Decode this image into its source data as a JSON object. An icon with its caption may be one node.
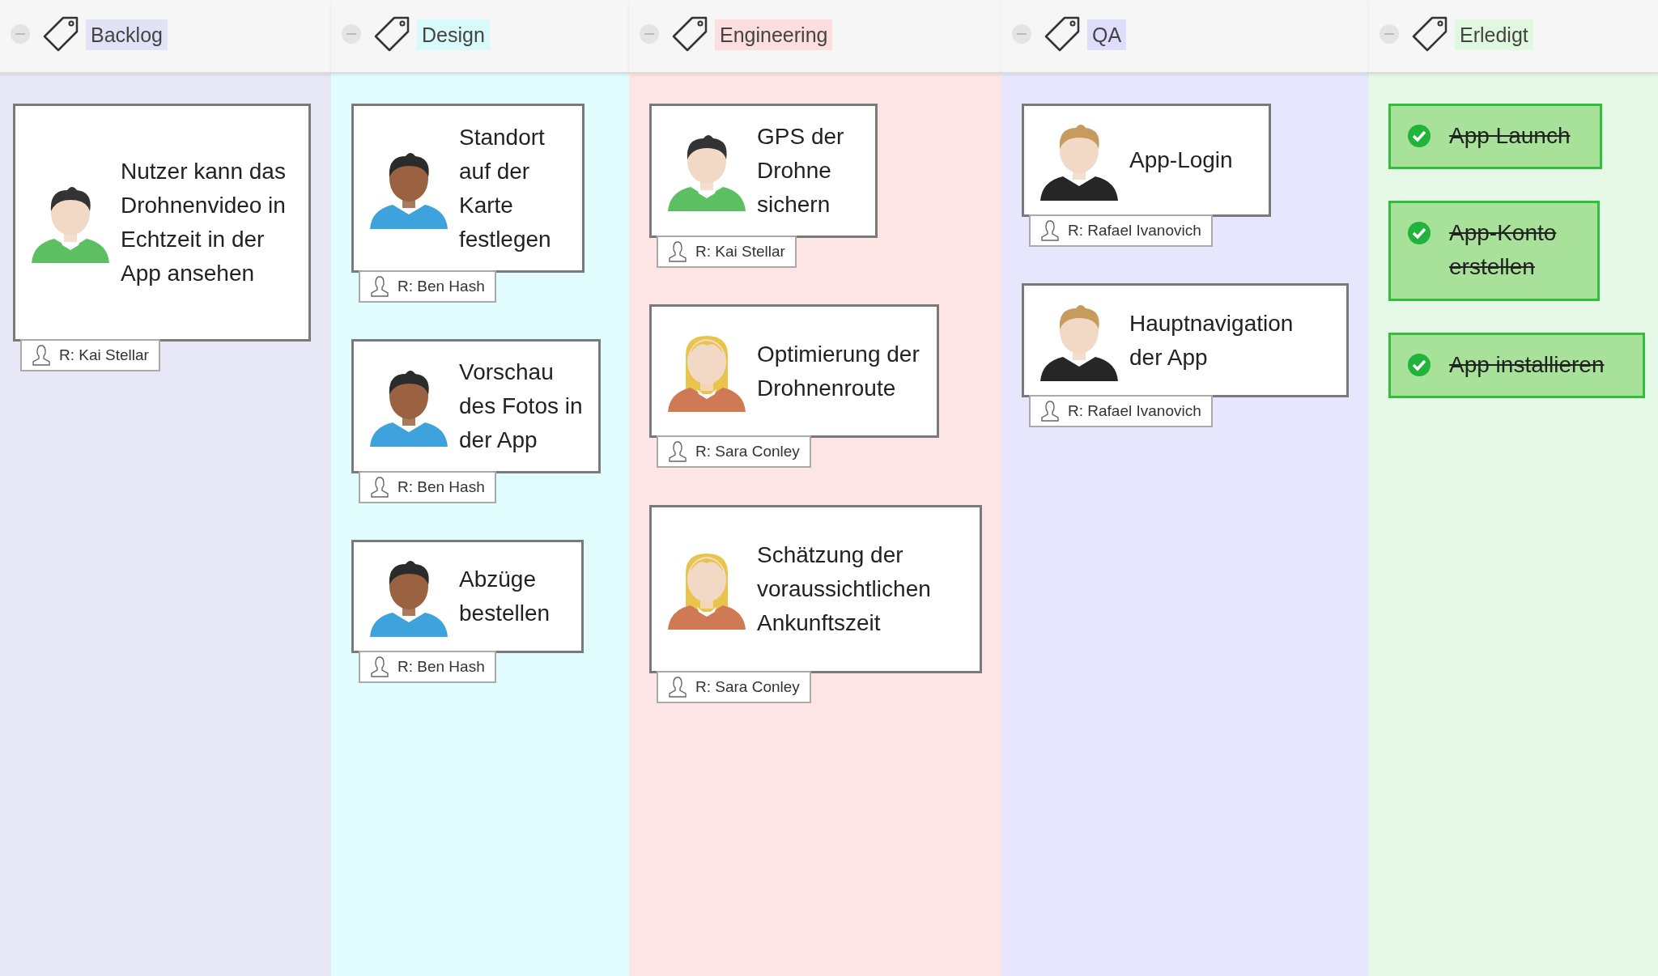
{
  "diagram": {
    "nodes": [
      {
        "text": [
          "Backlog"
        ]
      },
      {
        "text": [
          "Nutzer kann das Drohnenvideo in Echtzeit in der App ansehen"
        ],
        "in": 0,
        "beside": [
          "R: Kai Stellar"
        ]
      },
      {
        "text": [
          "Design"
        ]
      },
      {
        "text": [
          "Standort auf der Karte festlegen"
        ],
        "in": 2,
        "beside": [
          "R: Ben Hash"
        ]
      },
      {
        "text": [
          "Vorschau des Fotos in der App"
        ],
        "in": 2,
        "beside": [
          "R: Ben Hash"
        ]
      },
      {
        "text": [
          "Abzüge bestellen"
        ],
        "in": 2,
        "beside": [
          "R: Ben Hash"
        ]
      },
      {
        "text": [
          "Engineering"
        ]
      },
      {
        "text": [
          "GPS der Drohne sichern"
        ],
        "in": 6,
        "beside": [
          "R: Kai Stellar"
        ]
      },
      {
        "text": [
          "Optimierung der Drohnenroute"
        ],
        "in": 6,
        "beside": [
          "R: Sara Conley"
        ]
      },
      {
        "text": [
          "Schätzung der voraussichtlichen Ankunftszeit"
        ],
        "in": 6,
        "beside": [
          "R: Sara Conley"
        ]
      },
      {
        "text": [
          "QA"
        ]
      },
      {
        "text": [
          "App-Login"
        ],
        "in": 10,
        "beside": [
          "R: Rafael Ivanovich"
        ]
      },
      {
        "text": [
          "Hauptnavigation der App"
        ],
        "in": 10,
        "beside": [
          "R: Rafael Ivanovich"
        ]
      },
      {
        "text": [
          "Erledigt"
        ]
      },
      {
        "text": [
          "App Launch"
        ],
        "in": 13
      },
      {
        "text": [
          "App-Konto erstellen"
        ],
        "in": 13
      },
      {
        "text": [
          "App installieren"
        ],
        "in": 13
      }
    ]
  }
}
